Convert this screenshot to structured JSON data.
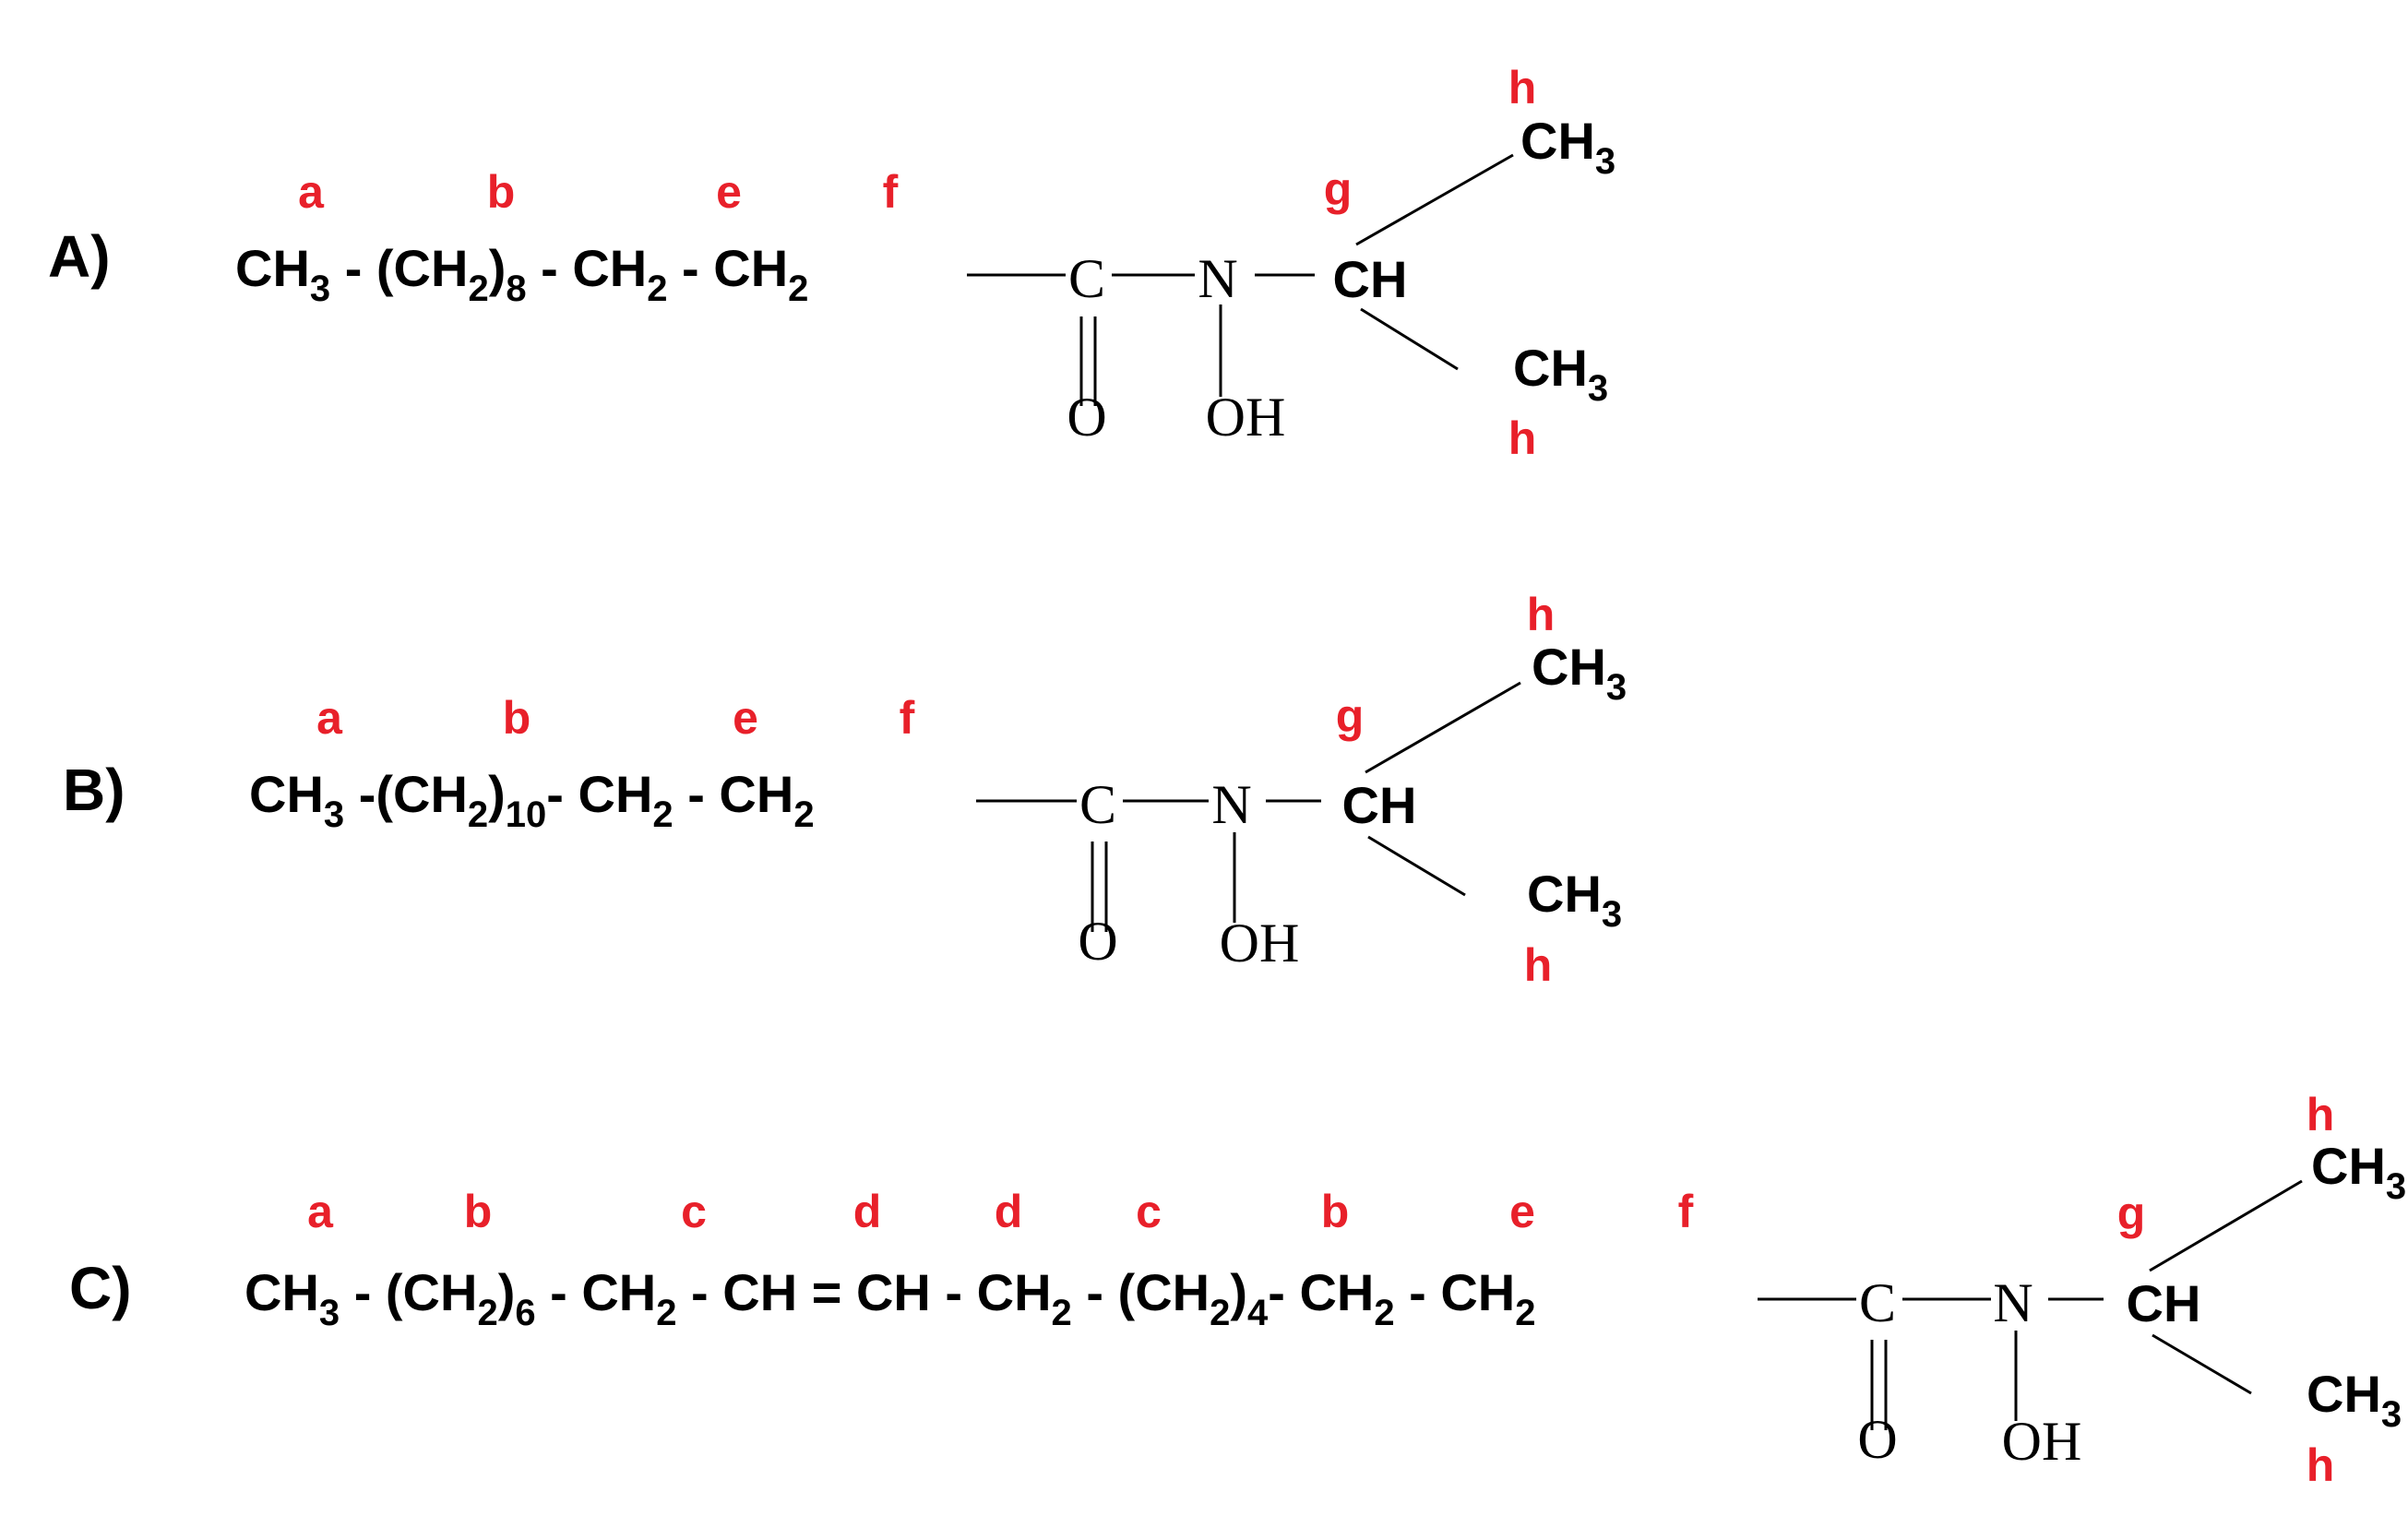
{
  "label_color": "#e8202a",
  "text_color": "#000000",
  "molecules": [
    {
      "panel": "A)",
      "chain": [
        {
          "parts": [
            [
              "CH"
            ],
            [
              "3",
              "sub"
            ]
          ]
        },
        {
          "parts": [
            [
              " - "
            ]
          ]
        },
        {
          "parts": [
            [
              "(CH"
            ],
            [
              "2",
              "sub"
            ],
            [
              ")"
            ],
            [
              "8",
              "sub"
            ]
          ]
        },
        {
          "parts": [
            [
              " - "
            ]
          ]
        },
        {
          "parts": [
            [
              "CH"
            ],
            [
              "2",
              "sub"
            ]
          ]
        },
        {
          "parts": [
            [
              " - "
            ]
          ]
        },
        {
          "parts": [
            [
              "CH"
            ],
            [
              "2",
              "sub"
            ]
          ]
        }
      ],
      "chain_labels": [
        "a",
        "b",
        "e",
        "f"
      ],
      "carbonyl_C": "C",
      "carbonyl_O": "O",
      "nitrogen": "N",
      "hydroxyl": "OH",
      "methine": "CH",
      "methine_label": "g",
      "methyl_top": {
        "parts": [
          [
            "CH"
          ],
          [
            "3",
            "sub"
          ]
        ]
      },
      "methyl_bottom": {
        "parts": [
          [
            "CH"
          ],
          [
            "3",
            "sub"
          ]
        ]
      },
      "methyl_label": "h"
    },
    {
      "panel": "B)",
      "chain": [
        {
          "parts": [
            [
              "CH"
            ],
            [
              "3",
              "sub"
            ]
          ]
        },
        {
          "parts": [
            [
              " -"
            ]
          ]
        },
        {
          "parts": [
            [
              "(CH"
            ],
            [
              "2",
              "sub"
            ],
            [
              ")"
            ],
            [
              "10",
              "sub"
            ]
          ]
        },
        {
          "parts": [
            [
              "- "
            ]
          ]
        },
        {
          "parts": [
            [
              "CH"
            ],
            [
              "2",
              "sub"
            ]
          ]
        },
        {
          "parts": [
            [
              " - "
            ]
          ]
        },
        {
          "parts": [
            [
              "CH"
            ],
            [
              "2",
              "sub"
            ]
          ]
        }
      ],
      "chain_labels": [
        "a",
        "b",
        "e",
        "f"
      ],
      "carbonyl_C": "C",
      "carbonyl_O": "O",
      "nitrogen": "N",
      "hydroxyl": "OH",
      "methine": "CH",
      "methine_label": "g",
      "methyl_top": {
        "parts": [
          [
            "CH"
          ],
          [
            "3",
            "sub"
          ]
        ]
      },
      "methyl_bottom": {
        "parts": [
          [
            "CH"
          ],
          [
            "3",
            "sub"
          ]
        ]
      },
      "methyl_label": "h"
    },
    {
      "panel": "C)",
      "chain": [
        {
          "parts": [
            [
              "CH"
            ],
            [
              "3",
              "sub"
            ]
          ]
        },
        {
          "parts": [
            [
              " - "
            ]
          ]
        },
        {
          "parts": [
            [
              "(CH"
            ],
            [
              "2",
              "sub"
            ],
            [
              ")"
            ],
            [
              "6",
              "sub"
            ]
          ]
        },
        {
          "parts": [
            [
              " - "
            ]
          ]
        },
        {
          "parts": [
            [
              "CH"
            ],
            [
              "2",
              "sub"
            ]
          ]
        },
        {
          "parts": [
            [
              " - "
            ]
          ]
        },
        {
          "parts": [
            [
              "CH"
            ]
          ]
        },
        {
          "parts": [
            [
              " = "
            ]
          ]
        },
        {
          "parts": [
            [
              "CH"
            ]
          ]
        },
        {
          "parts": [
            [
              " - "
            ]
          ]
        },
        {
          "parts": [
            [
              "CH"
            ],
            [
              "2",
              "sub"
            ]
          ]
        },
        {
          "parts": [
            [
              " - "
            ]
          ]
        },
        {
          "parts": [
            [
              "(CH"
            ],
            [
              "2",
              "sub"
            ],
            [
              ")"
            ],
            [
              "4",
              "sub"
            ]
          ]
        },
        {
          "parts": [
            [
              "- "
            ]
          ]
        },
        {
          "parts": [
            [
              "CH"
            ],
            [
              "2",
              "sub"
            ]
          ]
        },
        {
          "parts": [
            [
              " - "
            ]
          ]
        },
        {
          "parts": [
            [
              "CH"
            ],
            [
              "2",
              "sub"
            ]
          ]
        }
      ],
      "chain_labels": [
        "a",
        "b",
        "c",
        "d",
        "d",
        "c",
        "b",
        "e",
        "f"
      ],
      "carbonyl_C": "C",
      "carbonyl_O": "O",
      "nitrogen": "N",
      "hydroxyl": "OH",
      "methine": "CH",
      "methine_label": "g",
      "methyl_top": {
        "parts": [
          [
            "CH"
          ],
          [
            "3",
            "sub"
          ]
        ]
      },
      "methyl_bottom": {
        "parts": [
          [
            "CH"
          ],
          [
            "3",
            "sub"
          ]
        ]
      },
      "methyl_label": "h"
    }
  ]
}
